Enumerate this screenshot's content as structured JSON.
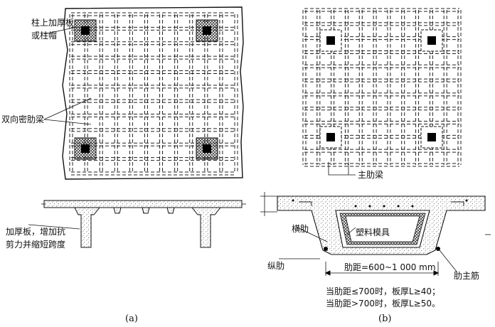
{
  "figure_a": {
    "label_capital": [
      "柱上加厚板",
      "或柱帽"
    ],
    "label_ribs": "双向密肋梁",
    "label_section": [
      "加厚板，增加抗",
      "剪力并缩短跨度"
    ],
    "caption": "(a)"
  },
  "figure_b": {
    "label_main_rib": "主肋梁",
    "label_cross_rib": "横肋",
    "label_mold": "塑料模具",
    "label_long_rib": "纵肋",
    "label_spacing": "肋距=600~1 000 mm",
    "label_rebar": "肋主筋",
    "notes": [
      "当肋距≤700时，板厚L≥40；",
      "当肋距>700时，板厚L≥50。"
    ],
    "caption": "(b)"
  },
  "colors": {
    "ink": "#111111",
    "hatch": "#444444",
    "concrete_fill": "#f2f2f2"
  }
}
